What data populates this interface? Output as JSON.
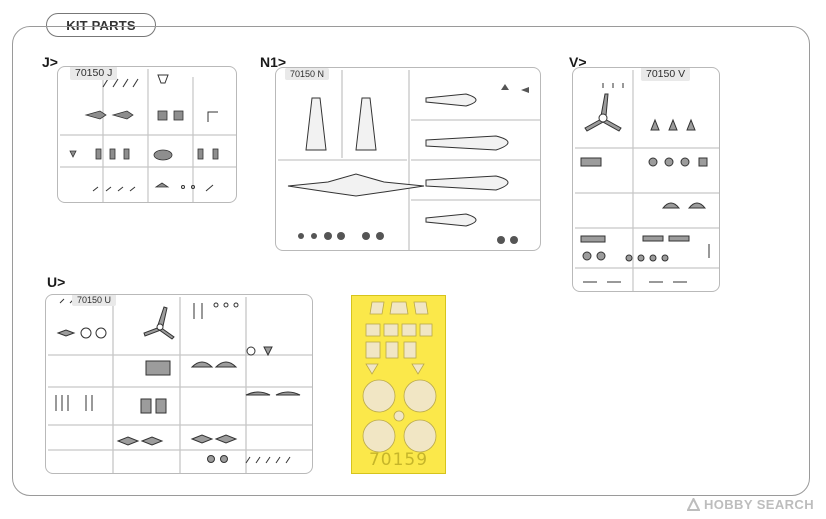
{
  "header": {
    "title": "KIT PARTS"
  },
  "sprues": {
    "J": {
      "label": "J>",
      "code": "70150 J"
    },
    "N1": {
      "label": "N1>",
      "code": "70150 N"
    },
    "V": {
      "label": "V>",
      "code": "70150 V"
    },
    "U": {
      "label": "U>",
      "code": "70150 U"
    }
  },
  "mask": {
    "code": "70159",
    "color": "#fbe84a"
  },
  "watermark": {
    "text": "HOBBY SEARCH"
  },
  "colors": {
    "sprue_frame": "#b9b9b9",
    "part_stroke": "#3a3a3a",
    "part_fill": "#9c9c9c"
  }
}
